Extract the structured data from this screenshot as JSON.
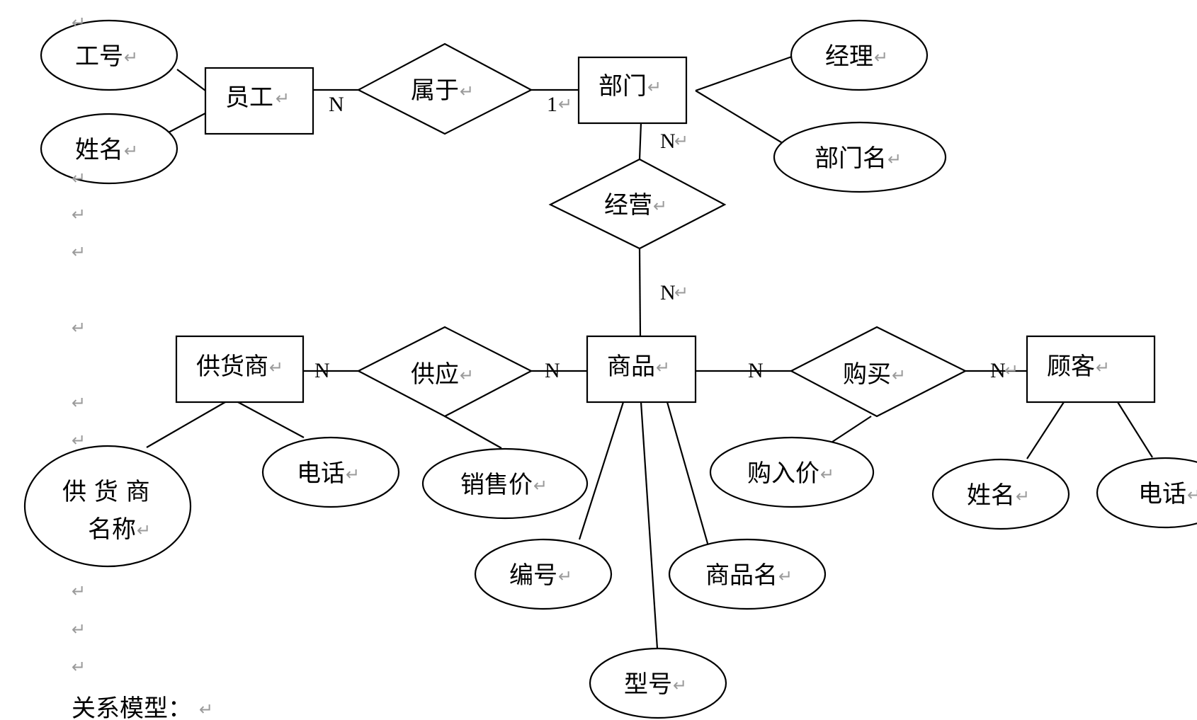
{
  "return_mark": "↵",
  "entities": {
    "employee": "员工",
    "department": "部门",
    "product": "商品",
    "supplier": "供货商",
    "customer": "顾客"
  },
  "relationships": {
    "belongs": "属于",
    "operates": "经营",
    "supplies": "供应",
    "purchases": "购买"
  },
  "attributes": {
    "emp_id": "工号",
    "emp_name": "姓名",
    "manager": "经理",
    "dept_name": "部门名",
    "supplier_name_1": "供 货 商",
    "supplier_name_2": "名称",
    "supplier_phone": "电话",
    "sale_price": "销售价",
    "purchase_price": "购入价",
    "product_no": "编号",
    "product_name": "商品名",
    "model": "型号",
    "customer_name": "姓名",
    "customer_phone": "电话"
  },
  "cardinalities": {
    "emp_belongs": "N",
    "dept_belongs": "1",
    "dept_operates": "N",
    "product_operates": "N",
    "supplier_supplies": "N",
    "product_supplies": "N",
    "product_purchases": "N",
    "customer_purchases": "N"
  },
  "footer": "关系模型：",
  "colors": {
    "stroke": "#000000",
    "paragraph_mark": "#9a9a9a"
  }
}
